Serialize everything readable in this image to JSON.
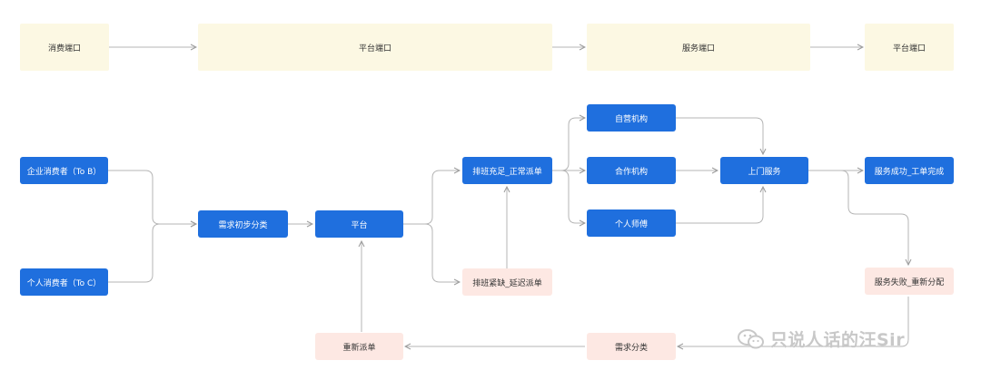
{
  "lanes": [
    {
      "id": "lane-consumer",
      "label": "消费端口"
    },
    {
      "id": "lane-platform",
      "label": "平台端口"
    },
    {
      "id": "lane-service",
      "label": "服务端口"
    },
    {
      "id": "lane-platform-2",
      "label": "平台端口"
    }
  ],
  "nodes": {
    "b2b": "企业消费者（To B）",
    "b2c": "个人消费者（To C）",
    "classify": "需求初步分类",
    "platform": "平台",
    "normal_dispatch": "排班充足_正常派单",
    "delay_dispatch": "排班紧缺_延迟派单",
    "self_org": "自营机构",
    "partner_org": "合作机构",
    "individual": "个人师傅",
    "onsite": "上门服务",
    "success": "服务成功_工单完成",
    "fail": "服务失败_重新分配",
    "reclassify": "需求分类",
    "redispatch": "重新派单"
  },
  "watermark": {
    "icon": "wechat-icon",
    "text": "只说人话的汪Sir"
  },
  "colors": {
    "lane_bg": "#fcf8e3",
    "primary_node": "#1f6fde",
    "exception_node": "#fde8e3",
    "edge": "#b5b5b5"
  }
}
